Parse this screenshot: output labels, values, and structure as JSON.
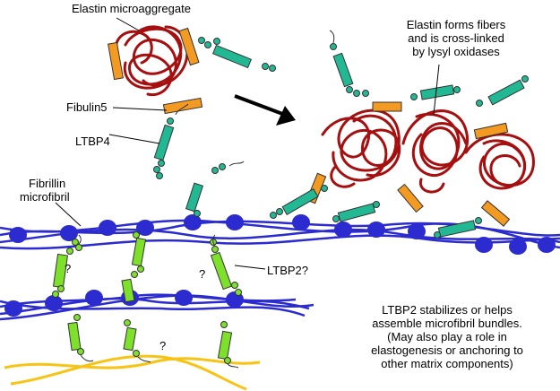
{
  "labels": {
    "elastin_microaggregate": "Elastin microaggregate",
    "fibulin5": "Fibulin5",
    "ltbp4": "LTBP4",
    "fibrillin_line1": "Fibrillin",
    "fibrillin_line2": "microfibril",
    "ltbp2": "LTBP2?",
    "question_mark": "?",
    "elastin_fibers_lines": [
      "Elastin forms fibers",
      "and is cross-linked",
      "by lysyl oxidases"
    ],
    "ltbp2_note_lines": [
      "LTBP2 stabilizes or helps",
      "assemble microfibril bundles.",
      "(May also play a role in",
      "elastogenesis or anchoring to",
      "other matrix components)"
    ]
  },
  "colors": {
    "elastin": "#a50f0f",
    "fibrillin": "#2b2bd0",
    "fibulin": "#f39a22",
    "ltbp4": "#22b894",
    "ltbp2": "#7de02a",
    "matrix": "#f7c415",
    "arrow": "#000000"
  }
}
